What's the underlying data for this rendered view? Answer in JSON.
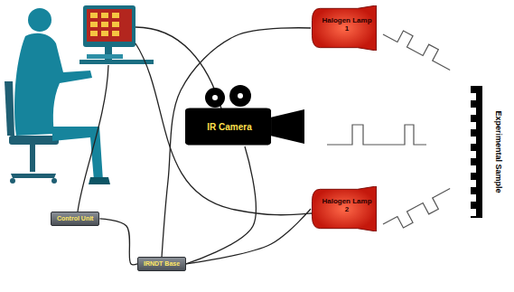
{
  "diagram": {
    "nodes": [
      {
        "text": [
          "Halogen Lamp 1"
        ]
      },
      {
        "text": [
          "IR Camera"
        ]
      },
      {
        "text": [
          "Halogen Lamp 2"
        ]
      },
      {
        "text": [
          "Control Unit"
        ]
      },
      {
        "text": [
          "IRNDT Base"
        ]
      }
    ],
    "edges": [
      {
        "from": 3,
        "to": 4,
        "arrow": "none"
      },
      {
        "from": 4,
        "to": 1,
        "arrow": "none"
      },
      {
        "from": 4,
        "to": 2,
        "arrow": "none"
      },
      {
        "from": 4,
        "to": 0,
        "arrow": "none"
      }
    ],
    "labels": [
      "Experimental Sample"
    ]
  }
}
